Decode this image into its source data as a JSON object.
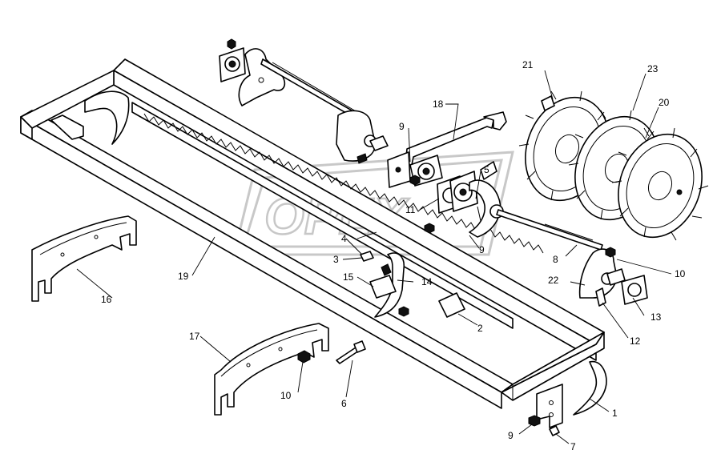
{
  "watermark": {
    "text": "OPEX"
  },
  "callouts": [
    {
      "id": "c21",
      "text": "21"
    },
    {
      "id": "c23",
      "text": "23"
    },
    {
      "id": "c20",
      "text": "20"
    },
    {
      "id": "c18",
      "text": "18"
    },
    {
      "id": "c9a",
      "text": "9"
    },
    {
      "id": "c5",
      "text": "5"
    },
    {
      "id": "c11",
      "text": "11"
    },
    {
      "id": "c9b",
      "text": "9"
    },
    {
      "id": "c4",
      "text": "4"
    },
    {
      "id": "c3",
      "text": "3"
    },
    {
      "id": "c15",
      "text": "15"
    },
    {
      "id": "c14",
      "text": "14"
    },
    {
      "id": "c8",
      "text": "8"
    },
    {
      "id": "c10a",
      "text": "10"
    },
    {
      "id": "c22",
      "text": "22"
    },
    {
      "id": "c13",
      "text": "13"
    },
    {
      "id": "c12",
      "text": "12"
    },
    {
      "id": "c19",
      "text": "19"
    },
    {
      "id": "c16",
      "text": "16"
    },
    {
      "id": "c17",
      "text": "17"
    },
    {
      "id": "c2",
      "text": "2"
    },
    {
      "id": "c10b",
      "text": "10"
    },
    {
      "id": "c6",
      "text": "6"
    },
    {
      "id": "c1",
      "text": "1"
    },
    {
      "id": "c9c",
      "text": "9"
    },
    {
      "id": "c7",
      "text": "7"
    }
  ]
}
